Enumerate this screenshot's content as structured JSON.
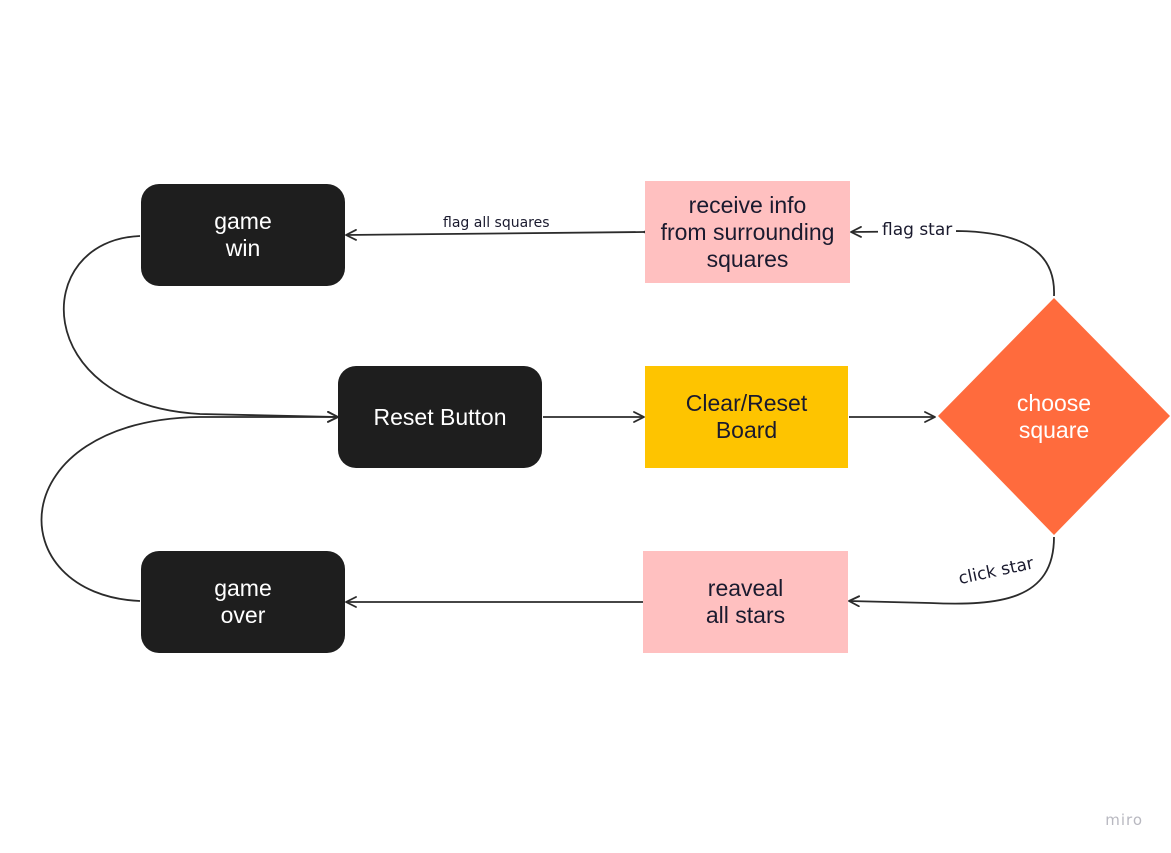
{
  "nodes": {
    "game_win": "game\nwin",
    "receive_info": "receive info\nfrom surrounding\nsquares",
    "reset_button": "Reset Button",
    "clear_reset_board": "Clear/Reset\nBoard",
    "choose_square": "choose\nsquare",
    "game_over": "game\nover",
    "reveal_all_stars": "reaveal\nall stars"
  },
  "edge_labels": {
    "flag_all_squares": "flag all squares",
    "flag_star": "flag star",
    "click_star": "click star"
  },
  "colors": {
    "terminal": "#1e1e1e",
    "process_pink": "#ffc0c0",
    "process_yellow": "#fec400",
    "decision": "#ff6b3d",
    "edge": "#2b2b2b"
  },
  "watermark": "miro"
}
